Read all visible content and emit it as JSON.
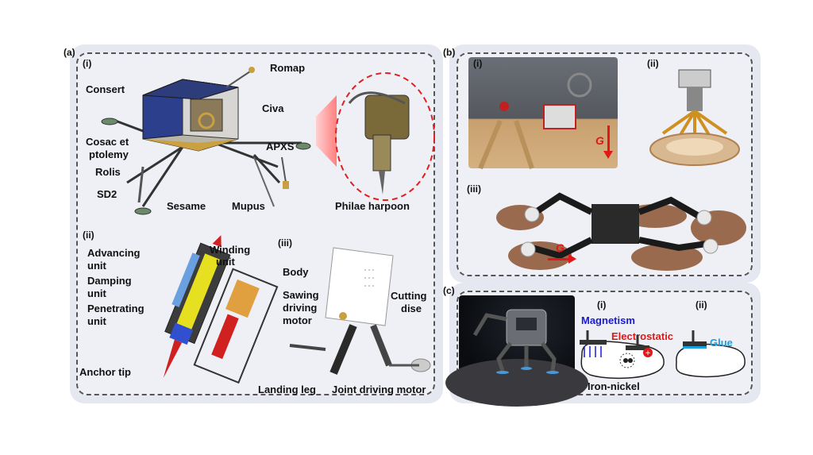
{
  "panels": {
    "a": {
      "tag": "(a)",
      "sub_i": {
        "tag": "(i)",
        "labels": {
          "consert": "Consert",
          "romap": "Romap",
          "civa": "Civa",
          "cosac": "Cosac et",
          "ptolemy": "ptolemy",
          "apxs": "APXS",
          "rolis": "Rolis",
          "sd2": "SD2",
          "sesame": "Sesame",
          "mupus": "Mupus",
          "philae_harpoon": "Philae harpoon"
        }
      },
      "sub_ii": {
        "tag": "(ii)",
        "labels": {
          "advancing": "Advancing",
          "advancing_unit": "unit",
          "damping": "Damping",
          "damping_unit": "unit",
          "penetrating": "Penetrating",
          "penetrating_unit": "unit",
          "winding": "Winding",
          "winding_unit": "unit",
          "anchor_tip": "Anchor tip"
        }
      },
      "sub_iii": {
        "tag": "(iii)",
        "labels": {
          "body": "Body",
          "sawing": "Sawing",
          "driving": "driving",
          "motor": "motor",
          "cutting": "Cutting",
          "dise": "dise",
          "landing_leg": "Landing leg",
          "joint_driving_motor": "Joint driving motor"
        }
      }
    },
    "b": {
      "tag": "(b)",
      "sub_i": {
        "tag": "(i)",
        "g_label": "G"
      },
      "sub_ii": {
        "tag": "(ii)"
      },
      "sub_iii": {
        "tag": "(iii)",
        "g_label": "G"
      }
    },
    "c": {
      "tag": "(c)",
      "sub_i": {
        "tag": "(i)",
        "magnetism": "Magnetism",
        "electrostatic": "Electrostatic",
        "iron_nickel": "Iron-nickel"
      },
      "sub_ii": {
        "tag": "(ii)",
        "glue": "Glue"
      }
    }
  },
  "colors": {
    "magnetism": "#1a1ad6",
    "electrostatic": "#e01818",
    "glue": "#1aa0e0",
    "gravity_arrow": "#e01818",
    "panel_border": "#555555",
    "panel_fill": "#eef0f6"
  }
}
